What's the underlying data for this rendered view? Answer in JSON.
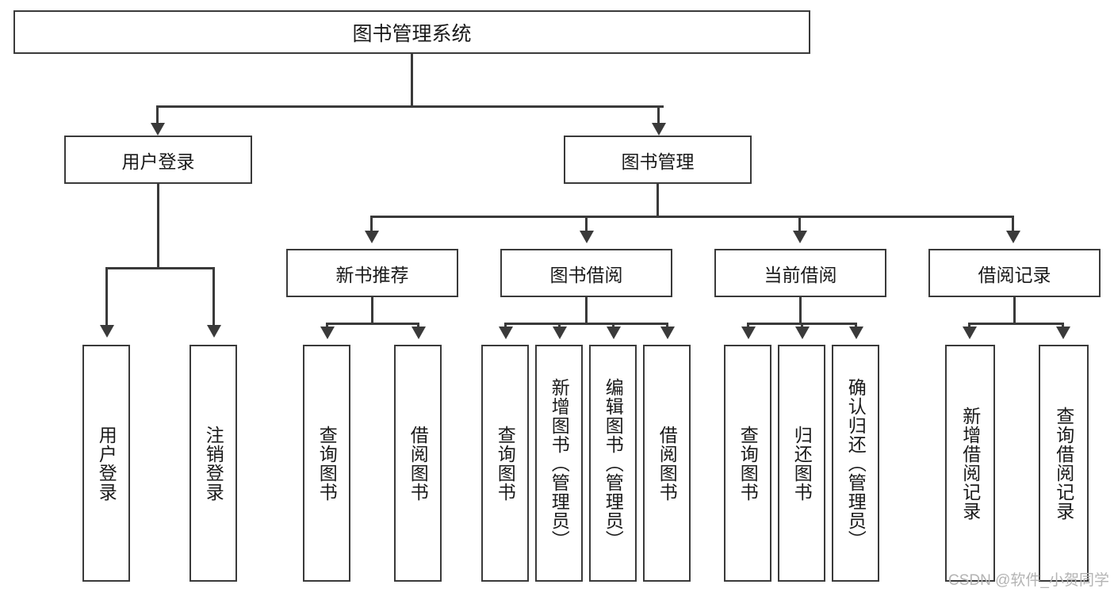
{
  "diagram": {
    "title": "图书管理系统",
    "watermark": "CSDN @软件_小贺同学",
    "colors": {
      "stroke": "#3a3a3a",
      "box_fill": "#ffffff",
      "text": "#1a1a1a",
      "watermark": "#b4b4b4",
      "background": "#ffffff"
    },
    "root": {
      "label": "图书管理系统"
    },
    "level2": [
      {
        "label": "用户登录"
      },
      {
        "label": "图书管理"
      },
      {
        "label": "新书推荐"
      },
      {
        "label": "图书借阅"
      },
      {
        "label": "当前借阅"
      },
      {
        "label": "借阅记录"
      }
    ],
    "groups": [
      {
        "parent": "用户登录",
        "leaves": [
          {
            "label": "用户登录"
          },
          {
            "label": "注销登录"
          }
        ]
      },
      {
        "parent": "新书推荐",
        "leaves": [
          {
            "label": "查询图书"
          },
          {
            "label": "借阅图书"
          }
        ]
      },
      {
        "parent": "图书借阅",
        "leaves": [
          {
            "label": "查询图书"
          },
          {
            "label": "新增图书（管理员）"
          },
          {
            "label": "编辑图书（管理员）"
          },
          {
            "label": "借阅图书"
          }
        ]
      },
      {
        "parent": "当前借阅",
        "leaves": [
          {
            "label": "查询图书"
          },
          {
            "label": "归还图书"
          },
          {
            "label": "确认归还（管理员）"
          }
        ]
      },
      {
        "parent": "借阅记录",
        "leaves": [
          {
            "label": "新增借阅记录"
          },
          {
            "label": "查询借阅记录"
          }
        ]
      }
    ],
    "leaves_flat": [
      {
        "label": "用户登录"
      },
      {
        "label": "注销登录"
      },
      {
        "label": "查询图书"
      },
      {
        "label": "借阅图书"
      },
      {
        "label": "查询图书"
      },
      {
        "label": "新增图书（管理员）"
      },
      {
        "label": "编辑图书（管理员）"
      },
      {
        "label": "借阅图书"
      },
      {
        "label": "查询图书"
      },
      {
        "label": "归还图书"
      },
      {
        "label": "确认归还（管理员）"
      },
      {
        "label": "新增借阅记录"
      },
      {
        "label": "查询借阅记录"
      }
    ]
  }
}
